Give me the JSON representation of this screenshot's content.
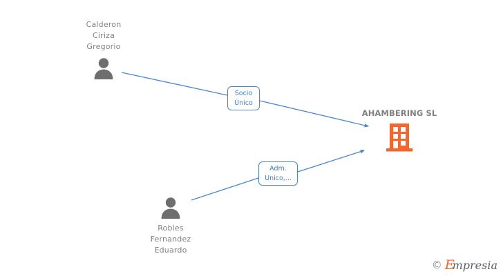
{
  "diagram": {
    "type": "org-relationship-graph",
    "background_color": "#ffffff",
    "edge_color": "#3f7fd0",
    "person_color": "#6e6e6e",
    "text_color": "#808080",
    "company_color": "#f4662b"
  },
  "persons": [
    {
      "id": "calderon",
      "name": "Calderon\nCiriza\nGregorio",
      "icon": "person-icon",
      "label_position": "above"
    },
    {
      "id": "robles",
      "name": "Robles\nFernandez\nEduardo",
      "icon": "person-icon",
      "label_position": "below"
    }
  ],
  "company": {
    "id": "ahambering",
    "name": "AHAMBERING SL",
    "icon": "building-icon"
  },
  "relations": [
    {
      "id": "rel-socio-unico",
      "from": "calderon",
      "to": "ahambering",
      "label": "Socio\nÚnico"
    },
    {
      "id": "rel-adm-unico",
      "from": "robles",
      "to": "ahambering",
      "label": "Adm.\nUnico,..."
    }
  ],
  "watermark": {
    "copyright": "©",
    "brand_first": "E",
    "brand_rest": "mpresia"
  }
}
